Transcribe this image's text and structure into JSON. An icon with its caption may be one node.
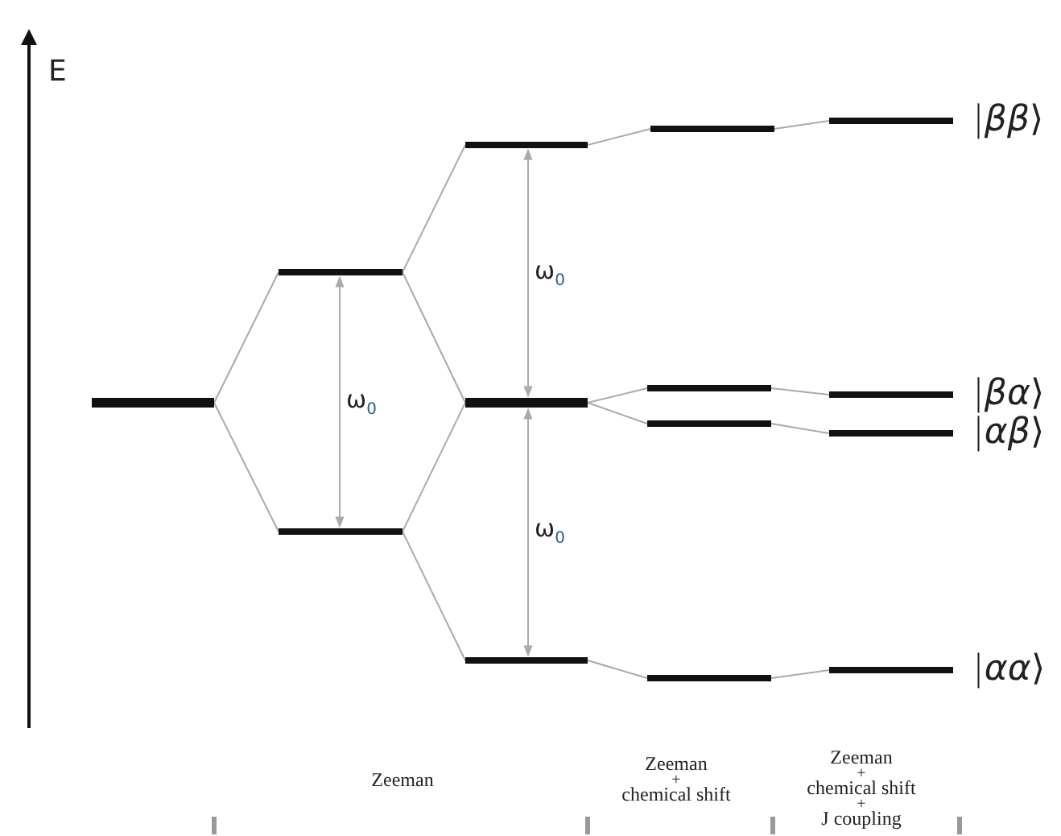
{
  "diagram": {
    "nodes": [
      {
        "text": [],
        "shape": "bar"
      },
      {
        "text": [],
        "shape": "bar"
      },
      {
        "text": [],
        "shape": "bar"
      },
      {
        "text": [],
        "shape": "bar"
      },
      {
        "text": [],
        "shape": "bar"
      },
      {
        "text": [],
        "shape": "bar"
      },
      {
        "text": [],
        "shape": "bar"
      },
      {
        "text": [],
        "shape": "bar"
      },
      {
        "text": [],
        "shape": "bar"
      },
      {
        "text": [],
        "shape": "bar"
      },
      {
        "text": [],
        "shape": "bar",
        "beside": [
          "|*ββ*⟩"
        ]
      },
      {
        "text": [],
        "shape": "bar",
        "beside": [
          "|*βα*⟩"
        ]
      },
      {
        "text": [],
        "shape": "bar",
        "beside": [
          "|*αβ*⟩"
        ]
      },
      {
        "text": [],
        "shape": "bar",
        "beside": [
          "|*αα*⟩"
        ]
      }
    ],
    "edges": [
      {
        "from": 0,
        "to": 1,
        "arrow": "none"
      },
      {
        "from": 0,
        "to": 2,
        "arrow": "none"
      },
      {
        "from": 1,
        "to": 3,
        "arrow": "none"
      },
      {
        "from": 1,
        "to": 4,
        "arrow": "none"
      },
      {
        "from": 2,
        "to": 4,
        "arrow": "none"
      },
      {
        "from": 2,
        "to": 5,
        "arrow": "none"
      },
      {
        "from": 3,
        "to": 6,
        "arrow": "none"
      },
      {
        "from": 4,
        "to": 7,
        "arrow": "none"
      },
      {
        "from": 4,
        "to": 8,
        "arrow": "none"
      },
      {
        "from": 5,
        "to": 9,
        "arrow": "none"
      },
      {
        "from": 6,
        "to": 10,
        "arrow": "none"
      },
      {
        "from": 7,
        "to": 11,
        "arrow": "none"
      },
      {
        "from": 8,
        "to": 12,
        "arrow": "none"
      },
      {
        "from": 9,
        "to": 13,
        "arrow": "none"
      },
      {
        "from": 1,
        "to": 2,
        "arrow": "both",
        "label": "ω$_{0}$"
      },
      {
        "from": 3,
        "to": 4,
        "arrow": "both",
        "label": "ω$_{0}$"
      },
      {
        "from": 4,
        "to": 5,
        "arrow": "both",
        "label": "ω$_{0}$"
      }
    ],
    "labels": [
      "E",
      "Zeeman",
      "Zeeman",
      "+",
      "chemical shift",
      "Zeeman",
      "+",
      "chemical shift",
      "+",
      "J coupling"
    ]
  }
}
